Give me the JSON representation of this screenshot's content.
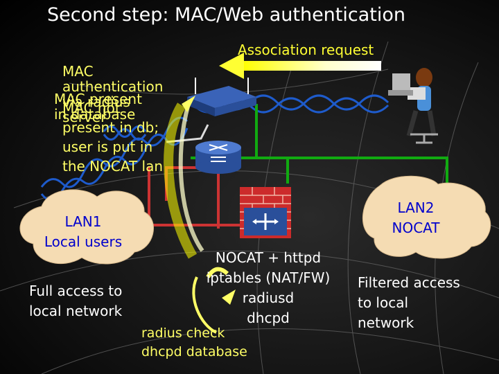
{
  "title": "Second step: MAC/Web authentication",
  "association_request": "Association request",
  "overlap_texts": {
    "mac_auth": "MAC\nauthentication\nvia radius\nserver",
    "mac_present": "MAC present\nin database",
    "mac_not_present": "MAC not\npresent in db;\nuser is put in\nthe NOCAT lan"
  },
  "lan1": {
    "label": "LAN1\nLocal users",
    "desc": "Full access to\nlocal network"
  },
  "lan2": {
    "label": "LAN2\nNOCAT",
    "desc": "Filtered access\nto local\nnetwork"
  },
  "server": {
    "services": "NOCAT + httpd\niptables (NAT/FW)\nradiusd\ndhcpd",
    "checks": "radius check\ndhcpd database"
  },
  "colors": {
    "title": "#ffffff",
    "annotation_yellow": "#ffff66",
    "cloud_fill": "#f5dcb3",
    "cloud_text": "#0000cc",
    "lan1_line": "#cc3333",
    "lan2_line": "#11aa11",
    "wave": "#1f5fd6",
    "arrow": "#ffff33"
  },
  "icons": [
    "access-point-icon",
    "router-icon",
    "firewall-icon",
    "laptop-user-icon"
  ]
}
